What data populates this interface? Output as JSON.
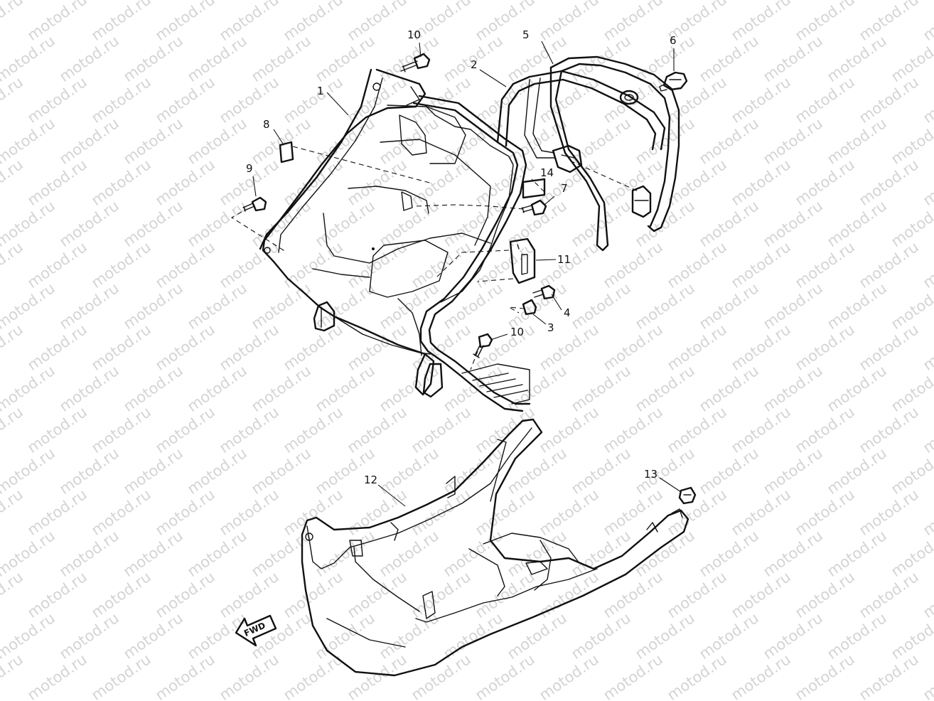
{
  "watermark": "motod.ru",
  "fwd_label": "FWD",
  "callouts": [
    {
      "id": "c10a",
      "label": "10"
    },
    {
      "id": "c5",
      "label": "5"
    },
    {
      "id": "c6",
      "label": "6"
    },
    {
      "id": "c2",
      "label": "2"
    },
    {
      "id": "c1",
      "label": "1"
    },
    {
      "id": "c8",
      "label": "8"
    },
    {
      "id": "c9",
      "label": "9"
    },
    {
      "id": "c14",
      "label": "14"
    },
    {
      "id": "c7",
      "label": "7"
    },
    {
      "id": "c11",
      "label": "11"
    },
    {
      "id": "c4",
      "label": "4"
    },
    {
      "id": "c3",
      "label": "3"
    },
    {
      "id": "c10b",
      "label": "10"
    },
    {
      "id": "c12",
      "label": "12"
    },
    {
      "id": "c13",
      "label": "13"
    }
  ]
}
